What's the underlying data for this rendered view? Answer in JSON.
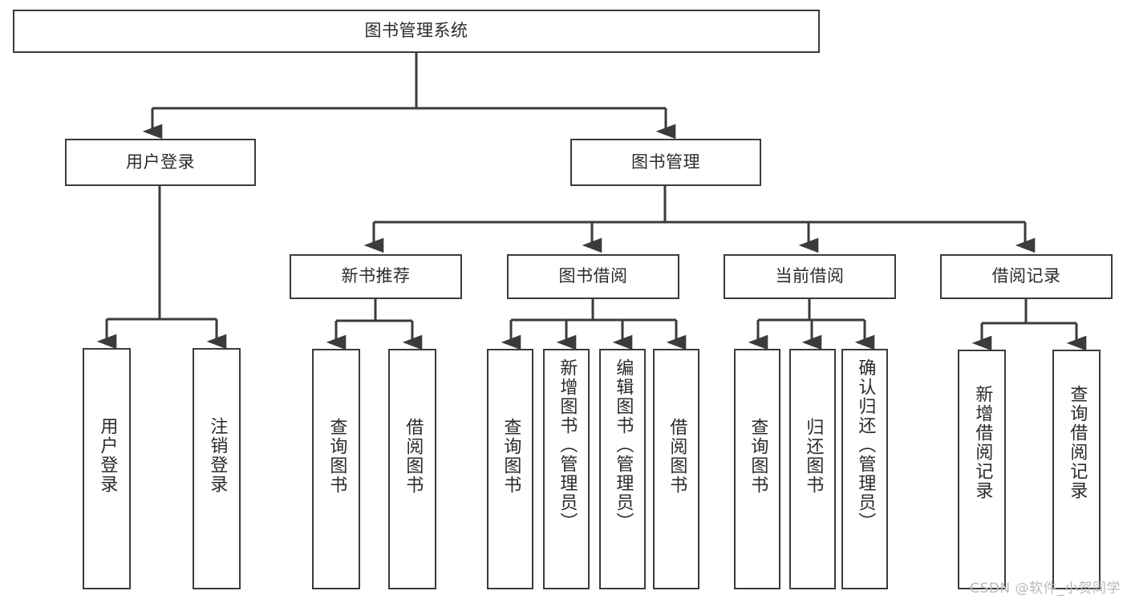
{
  "diagram": {
    "title": "图书管理系统",
    "type": "tree-hierarchy",
    "root": {
      "id": "root",
      "label": "图书管理系统"
    },
    "level2": [
      {
        "id": "user-login",
        "label": "用户登录"
      },
      {
        "id": "book-manage",
        "label": "图书管理"
      }
    ],
    "level3": [
      {
        "id": "new-book-recommend",
        "label": "新书推荐",
        "parent": "book-manage"
      },
      {
        "id": "book-borrow",
        "label": "图书借阅",
        "parent": "book-manage"
      },
      {
        "id": "current-borrow",
        "label": "当前借阅",
        "parent": "book-manage"
      },
      {
        "id": "borrow-record",
        "label": "借阅记录",
        "parent": "book-manage"
      }
    ],
    "leaves": {
      "user_login": [
        {
          "id": "leaf-user-login",
          "label": "用户登录"
        },
        {
          "id": "leaf-logout-login",
          "label": "注销登录"
        }
      ],
      "new_book_recommend": [
        {
          "id": "leaf-query-book-1",
          "label": "查询图书"
        },
        {
          "id": "leaf-borrow-book-1",
          "label": "借阅图书"
        }
      ],
      "book_borrow": [
        {
          "id": "leaf-query-book-2",
          "label": "查询图书"
        },
        {
          "id": "leaf-add-book",
          "label": "新增图书（管理员）"
        },
        {
          "id": "leaf-edit-book",
          "label": "编辑图书（管理员）"
        },
        {
          "id": "leaf-borrow-book-2",
          "label": "借阅图书"
        }
      ],
      "current_borrow": [
        {
          "id": "leaf-query-book-3",
          "label": "查询图书"
        },
        {
          "id": "leaf-return-book",
          "label": "归还图书"
        },
        {
          "id": "leaf-confirm-return",
          "label": "确认归还（管理员）"
        }
      ],
      "borrow_record": [
        {
          "id": "leaf-add-record",
          "label": "新增借阅记录"
        },
        {
          "id": "leaf-query-record",
          "label": "查询借阅记录"
        }
      ]
    },
    "colors": {
      "stroke": "#3b3b3d",
      "fill": "#ffffff",
      "text": "#2b2b2b",
      "watermark": "#b9b9b9"
    }
  },
  "watermark": {
    "text": "CSDN @软件_小贺同学"
  }
}
